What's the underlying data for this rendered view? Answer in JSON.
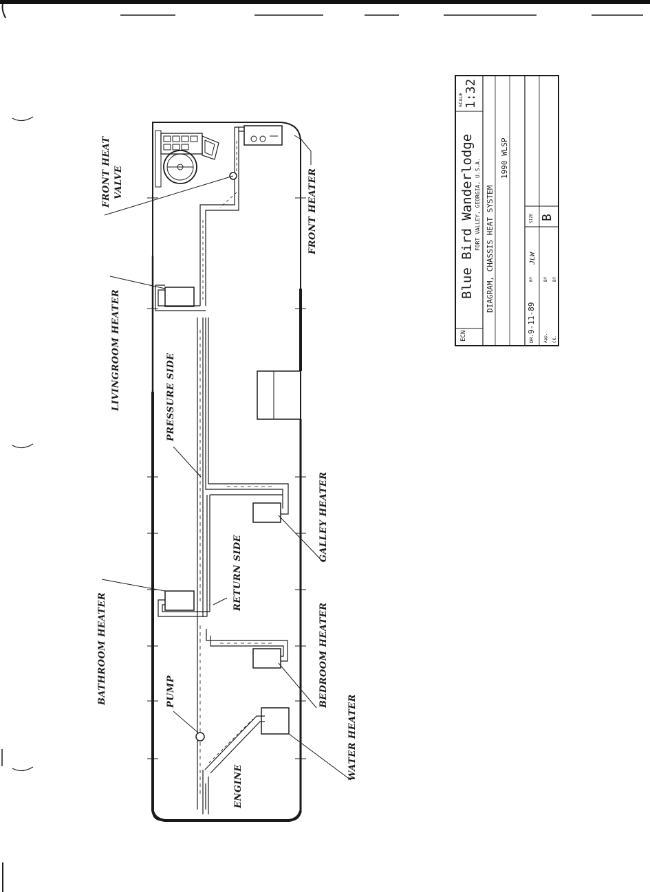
{
  "labels": {
    "front_heat_valve_1": "FRONT HEAT",
    "front_heat_valve_2": "VALVE",
    "front_heater": "FRONT HEATER",
    "livingroom_heater": "LIVINGROOM HEATER",
    "pressure_side": "PRESSURE SIDE",
    "galley_heater": "GALLEY HEATER",
    "return_side": "RETURN SIDE",
    "bathroom_heater": "BATHROOM HEATER",
    "bedroom_heater": "BEDROOM HEATER",
    "pump": "PUMP",
    "water_heater": "WATER HEATER",
    "engine": "ENGINE"
  },
  "title_block": {
    "ecn": "ECN.",
    "company": "Blue Bird Wanderlodge",
    "location": "FORT VALLEY, GEORGIA, U.S.A.",
    "scale_label": "SCALE",
    "scale": "1:32",
    "title": "DIAGRAM, CHASSIS HEAT SYSTEM",
    "model": "1990 WLSP",
    "dr_label": "DR.",
    "date": "9-11-89",
    "by_label": "BY",
    "drawn_by": "JLW",
    "app_label": "App.",
    "ck_label": "CK.",
    "size_label": "SIZE",
    "size": "B"
  }
}
